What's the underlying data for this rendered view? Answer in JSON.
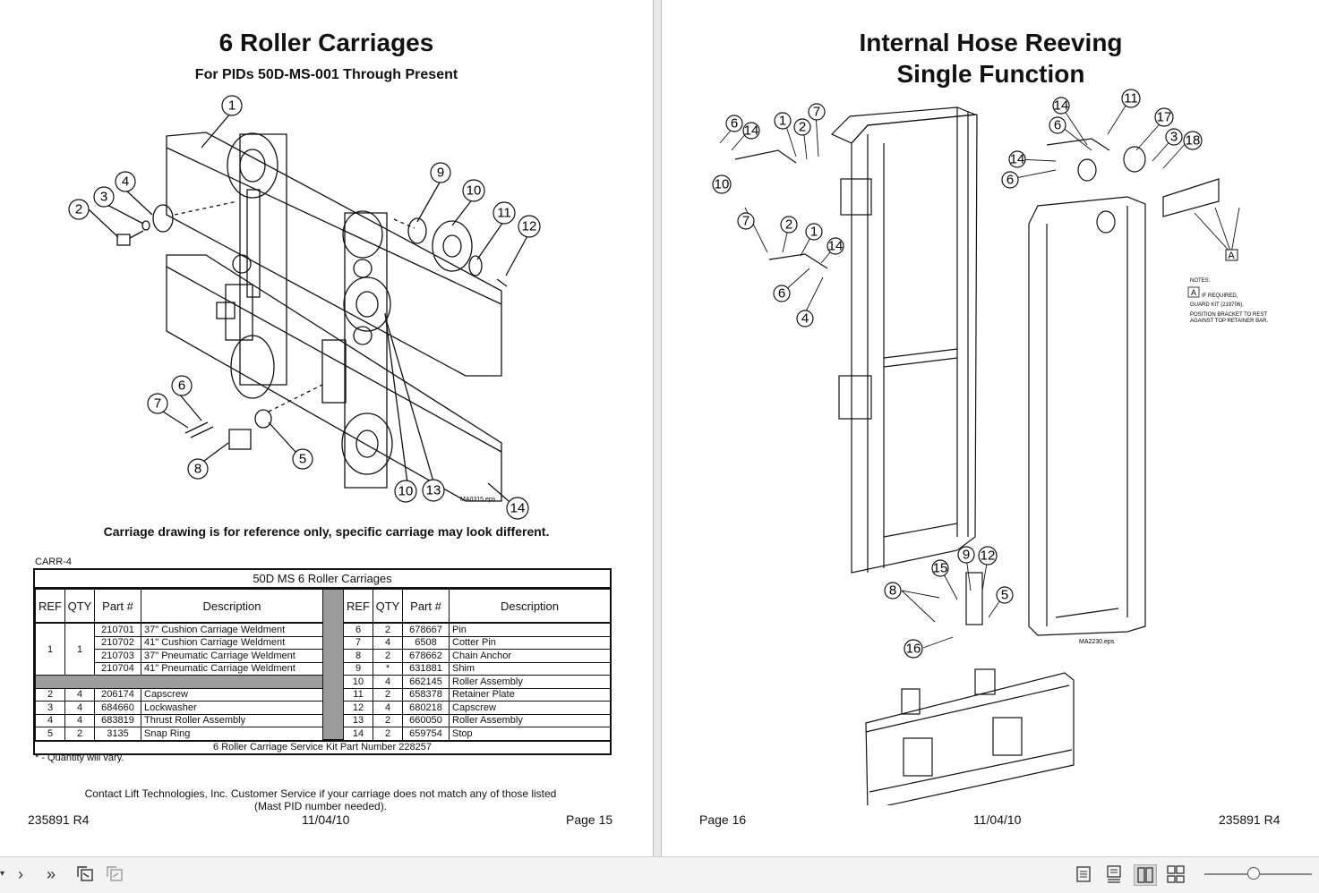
{
  "left_page": {
    "title": "6 Roller Carriages",
    "subtitle": "For PIDs 50D-MS-001 Through Present",
    "drawing_id": "MA0315.eps",
    "drawing_note": "Carriage drawing is for reference only, specific carriage may look different.",
    "callouts": [
      "1",
      "2",
      "3",
      "4",
      "5",
      "6",
      "7",
      "8",
      "9",
      "10",
      "11",
      "12",
      "10",
      "13",
      "14"
    ],
    "table_code": "CARR-4",
    "table_title": "50D MS 6 Roller Carriages",
    "headers": [
      "REF",
      "QTY",
      "Part #",
      "Description",
      "REF",
      "QTY",
      "Part #",
      "Description"
    ],
    "group1": {
      "ref": "1",
      "qty": "1",
      "rows": [
        {
          "part": "210701",
          "desc": "37\" Cushion Carriage Weldment"
        },
        {
          "part": "210702",
          "desc": "41\" Cushion Carriage Weldment"
        },
        {
          "part": "210703",
          "desc": "37\" Pneumatic Carriage Weldment"
        },
        {
          "part": "210704",
          "desc": "41\" Pneumatic Carriage Weldment"
        }
      ]
    },
    "left_rows": [
      {
        "ref": "2",
        "qty": "4",
        "part": "206174",
        "desc": "Capscrew"
      },
      {
        "ref": "3",
        "qty": "4",
        "part": "684660",
        "desc": "Lockwasher"
      },
      {
        "ref": "4",
        "qty": "4",
        "part": "683819",
        "desc": "Thrust Roller Assembly"
      },
      {
        "ref": "5",
        "qty": "2",
        "part": "3135",
        "desc": "Snap Ring"
      }
    ],
    "right_rows": [
      {
        "ref": "6",
        "qty": "2",
        "part": "678667",
        "desc": "Pin"
      },
      {
        "ref": "7",
        "qty": "4",
        "part": "6508",
        "desc": "Cotter Pin"
      },
      {
        "ref": "8",
        "qty": "2",
        "part": "678662",
        "desc": "Chain Anchor"
      },
      {
        "ref": "9",
        "qty": "*",
        "part": "631881",
        "desc": "Shim"
      },
      {
        "ref": "10",
        "qty": "4",
        "part": "662145",
        "desc": "Roller Assembly"
      },
      {
        "ref": "11",
        "qty": "2",
        "part": "658378",
        "desc": "Retainer Plate"
      },
      {
        "ref": "12",
        "qty": "4",
        "part": "680218",
        "desc": "Capscrew"
      },
      {
        "ref": "13",
        "qty": "2",
        "part": "660050",
        "desc": "Roller Assembly"
      },
      {
        "ref": "14",
        "qty": "2",
        "part": "659754",
        "desc": "Stop"
      }
    ],
    "kit_line": "6 Roller Carriage Service Kit Part Number 228257",
    "footnote": "* - Quantity will vary.",
    "contact_line1": "Contact Lift Technologies, Inc.  Customer Service if your  carriage does not match any of those listed",
    "contact_line2": "(Mast PID number needed).",
    "footer_left": "235891 R4",
    "footer_center": "11/04/10",
    "footer_right": "Page 15"
  },
  "right_page": {
    "title_line1": "Internal Hose Reeving",
    "title_line2": "Single Function",
    "drawing_id": "MA2230.eps",
    "callouts": [
      "6",
      "14",
      "1",
      "2",
      "7",
      "10",
      "7",
      "2",
      "1",
      "14",
      "6",
      "4",
      "14",
      "6",
      "11",
      "17",
      "3",
      "18",
      "14",
      "6",
      "15",
      "9",
      "12",
      "8",
      "5",
      "16"
    ],
    "notes_title": "NOTES:",
    "notes_marker": "A",
    "notes_line1": "IF REQUIRED,",
    "notes_line2": "GUARD KIT (219706).",
    "notes_line3": "POSITION BRACKET TO REST",
    "notes_line4": "AGAINST TOP RETAINER BAR.",
    "footer_left": "Page 16",
    "footer_center": "11/04/10",
    "footer_right": "235891 R4"
  },
  "toolbar": {
    "prev_icon": "triangle-down-icon",
    "next_label": "›",
    "last_label": "»",
    "zoom_level_fraction": 0.45
  }
}
